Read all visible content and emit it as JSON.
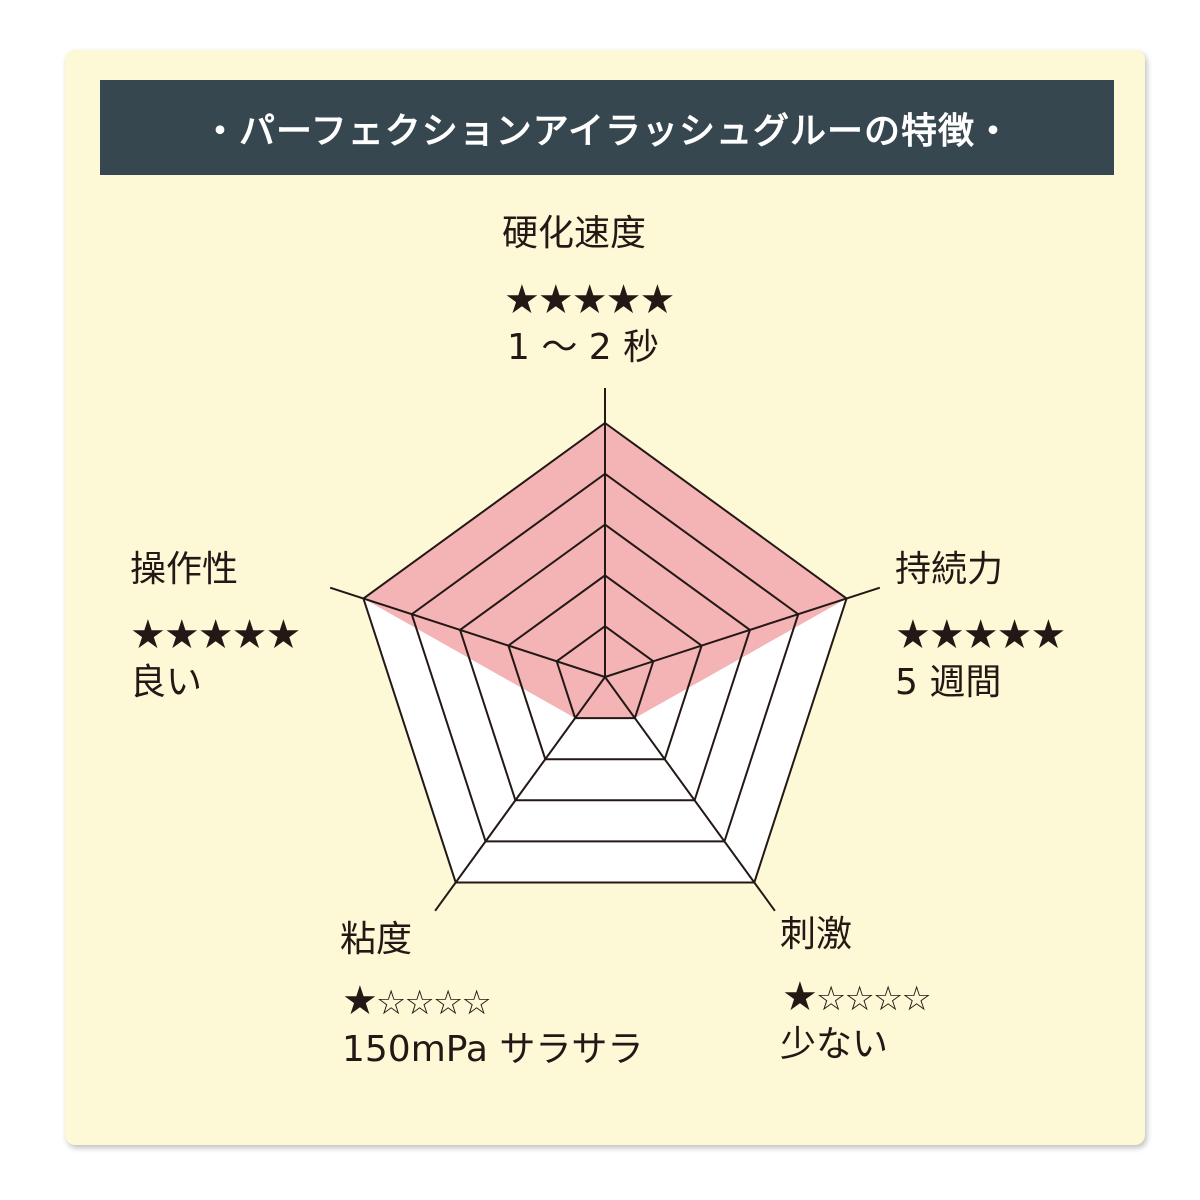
{
  "title": "・パーフェクションアイラッシュグルーの特徴・",
  "chart_data": {
    "type": "radar",
    "title": "・パーフェクションアイラッシュグルーの特徴・",
    "axes": [
      {
        "name": "硬化速度",
        "value": 5,
        "note": "1 ～ 2 秒"
      },
      {
        "name": "持続力",
        "value": 5,
        "note": "5 週間"
      },
      {
        "name": "刺激",
        "value": 1,
        "note": "少ない"
      },
      {
        "name": "粘度",
        "value": 1,
        "note": "150mPa サラサラ"
      },
      {
        "name": "操作性",
        "value": 5,
        "note": "良い"
      }
    ],
    "max": 5,
    "levels": 5,
    "fill_color": "#f4b3b5",
    "grid_color": "#231815"
  }
}
